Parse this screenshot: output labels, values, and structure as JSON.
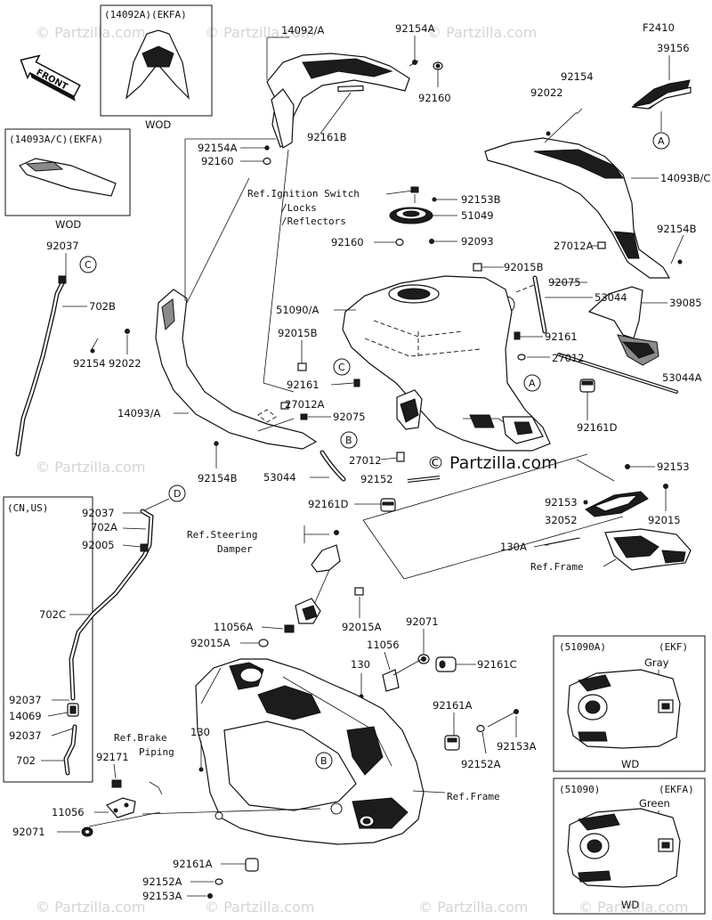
{
  "watermark": "© Partzilla.com",
  "copyright": "© Partzilla.com",
  "front_label": "FRONT",
  "variant_boxes": {
    "top_left": {
      "header": "(14092A)(EKFA)",
      "footer": "WOD"
    },
    "mid_left": {
      "header": "(14093A/C)(EKFA)",
      "footer": "WOD"
    },
    "cn_us": {
      "header": "(CN,US)"
    },
    "tank_ekf": {
      "header_part": "(51090A)",
      "header_code": "(EKF)",
      "color": "Gray",
      "footer": "WD"
    },
    "tank_ekfa": {
      "header_part": "(51090)",
      "header_code": "(EKFA)",
      "color": "Green",
      "footer": "WD"
    }
  },
  "f_code": "F2410",
  "callouts": [
    "A",
    "B",
    "C",
    "D"
  ],
  "references": {
    "ignition_1": "Ref.Ignition Switch",
    "ignition_2": "/Locks",
    "ignition_3": "/Reflectors",
    "steering_1": "Ref.Steering",
    "steering_2": "Damper",
    "frame": "Ref.Frame",
    "frame2": "Ref.Frame",
    "brake_1": "Ref.Brake",
    "brake_2": "Piping"
  },
  "part_labels": {
    "p14092A": "14092/A",
    "p92154A_top": "92154A",
    "p92160_top": "92160",
    "p92154A_left": "92154A",
    "p92160_left": "92160",
    "p92161B": "92161B",
    "p92153B": "92153B",
    "p51049": "51049",
    "p92160_mid": "92160",
    "p92093": "92093",
    "p39156": "39156",
    "p92022_r": "92022",
    "p92154_r": "92154",
    "p14093BC": "14093B/C",
    "p27012A_r": "27012A",
    "p92154B_r": "92154B",
    "p92015B_r": "92015B",
    "p92075_r": "92075",
    "p53044_r": "53044",
    "p39085": "39085",
    "p51090A": "51090/A",
    "p92015B_l": "92015B",
    "p92161_r": "92161",
    "p27012_r": "27012",
    "p53044A": "53044A",
    "p92037_a": "92037",
    "p702B": "702B",
    "p92022_l": "92022",
    "p92154_l": "92154",
    "p92161_l": "92161",
    "p27012A_l": "27012A",
    "p92075_l": "92075",
    "p14093A": "14093/A",
    "p92161D_r": "92161D",
    "p27012_l": "27012",
    "p92154B_l": "92154B",
    "p53044_l": "53044",
    "p92152": "92152",
    "p92161D_l": "92161D",
    "p92153_r": "92153",
    "p92153_m": "92153",
    "p32052": "32052",
    "p92015_r": "92015",
    "p130A": "130A",
    "p92037_b": "92037",
    "p702A": "702A",
    "p92005": "92005",
    "p702C": "702C",
    "p92037_c": "92037",
    "p14069": "14069",
    "p92037_d": "92037",
    "p702": "702",
    "p11056A": "11056A",
    "p92015A_r": "92015A",
    "p92015A_l": "92015A",
    "p92071_r": "92071",
    "p11056_r": "11056",
    "p130_m": "130",
    "p92161C": "92161C",
    "p92161A_r": "92161A",
    "p92153A_r": "92153A",
    "p92152A_r": "92152A",
    "p130_l": "130",
    "p92171": "92171",
    "p11056_l": "11056",
    "p92071_l": "92071",
    "p92161A_b": "92161A",
    "p92152A_b": "92152A",
    "p92153A_b": "92153A"
  }
}
